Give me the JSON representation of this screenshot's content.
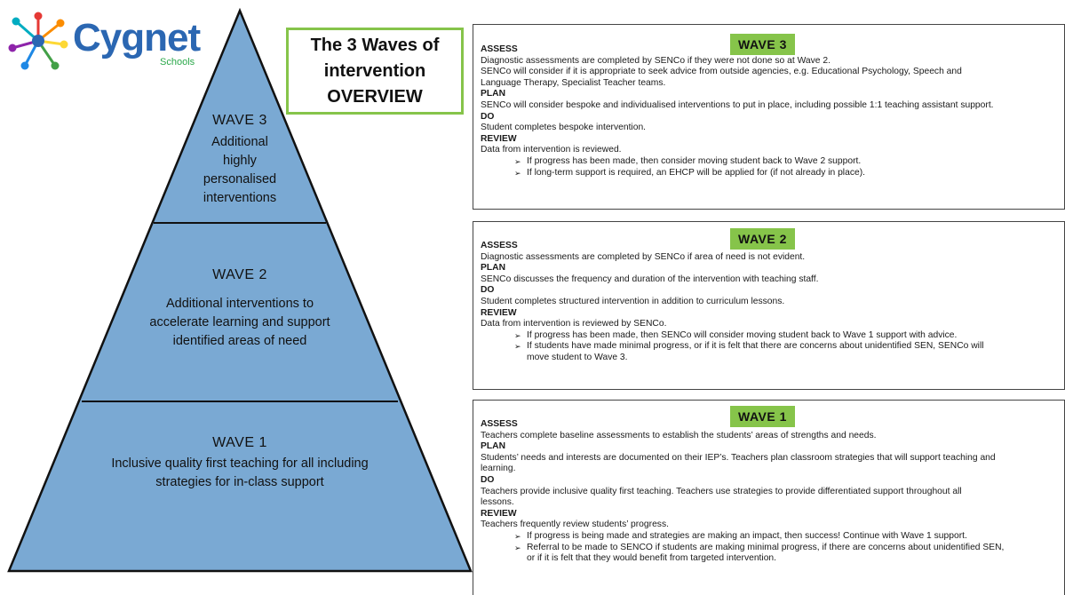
{
  "logo": {
    "word": "Cygnet",
    "sub": "Schools"
  },
  "title": {
    "line1": "The 3 Waves of",
    "line2": "intervention",
    "line3": "OVERVIEW"
  },
  "pyramid": {
    "wave3": {
      "heading": "WAVE 3",
      "lines": [
        "Additional",
        "highly",
        "personalised",
        "interventions"
      ]
    },
    "wave2": {
      "heading": "WAVE 2",
      "lines": [
        "Additional interventions to",
        "accelerate learning and support",
        "identified areas of need"
      ]
    },
    "wave1": {
      "heading": "WAVE 1",
      "lines": [
        "Inclusive quality first teaching for all including",
        "strategies for in-class support"
      ]
    }
  },
  "colors": {
    "pyramid_fill": "#7aa9d3",
    "pyramid_stroke": "#111111",
    "accent_green": "#86c44a",
    "logo_blue": "#2b67b2"
  },
  "panels": {
    "wave3": {
      "badge": "WAVE 3",
      "assess_h": "ASSESS",
      "assess": [
        "Diagnostic assessments are completed by SENCo if they were not done so at Wave 2.",
        "SENCo will consider if it is appropriate to seek advice from outside agencies, e.g. Educational Psychology, Speech and",
        "Language Therapy, Specialist Teacher teams."
      ],
      "plan_h": "PLAN",
      "plan": [
        "SENCo will consider bespoke and individualised interventions to put in place, including possible 1:1 teaching assistant support."
      ],
      "do_h": "DO",
      "do": [
        "Student completes bespoke intervention."
      ],
      "review_h": "REVIEW",
      "review": [
        "Data from intervention is reviewed."
      ],
      "bullets": [
        "If progress has been made, then consider moving student back to Wave 2 support.",
        "If long-term support is required, an EHCP will be applied for (if not already in place)."
      ]
    },
    "wave2": {
      "badge": "WAVE 2",
      "assess_h": "ASSESS",
      "assess": [
        "Diagnostic assessments are completed by SENCo if area of need is not evident."
      ],
      "plan_h": "PLAN",
      "plan": [
        "SENCo discusses the frequency and duration of the intervention with teaching staff."
      ],
      "do_h": "DO",
      "do": [
        "Student completes structured intervention in addition to curriculum lessons."
      ],
      "review_h": "REVIEW",
      "review": [
        "Data from intervention is reviewed by SENCo."
      ],
      "bullets": [
        "If progress has been made, then SENCo will consider moving student back to Wave 1 support with advice.",
        "If students have made minimal progress, or if it is felt that there are concerns about unidentified SEN, SENCo will",
        "move student to Wave 3."
      ]
    },
    "wave1": {
      "badge": "WAVE 1",
      "assess_h": "ASSESS",
      "assess": [
        "Teachers complete baseline assessments to establish the students’ areas of strengths and needs."
      ],
      "plan_h": "PLAN",
      "plan": [
        "Students’ needs and interests are documented on their IEP’s. Teachers plan classroom strategies that will support teaching and",
        "learning."
      ],
      "do_h": "DO",
      "do": [
        "Teachers provide inclusive quality first teaching. Teachers use strategies to provide differentiated support throughout all",
        "lessons."
      ],
      "review_h": "REVIEW",
      "review": [
        "Teachers frequently review students’ progress."
      ],
      "bullets": [
        "If progress is being made and strategies are making an impact, then success! Continue with Wave 1 support.",
        "Referral to be made to SENCO if students are making minimal progress, if there are concerns about unidentified SEN,",
        "or if it is felt that they would benefit from targeted intervention."
      ]
    }
  }
}
